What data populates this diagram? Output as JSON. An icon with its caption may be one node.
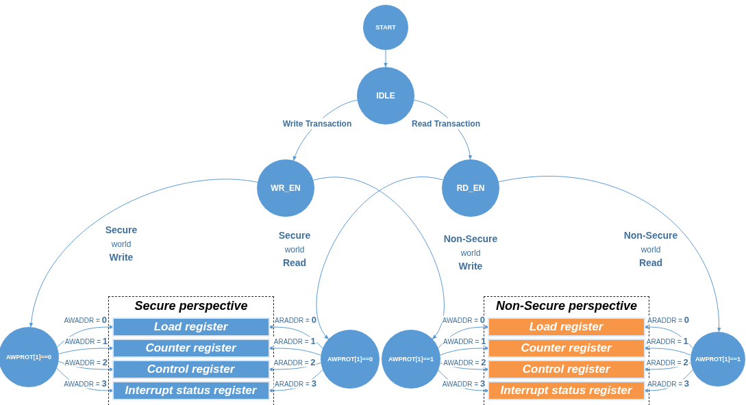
{
  "diagram": {
    "nodes": [
      {
        "text": [
          "START"
        ]
      },
      {
        "text": [
          "IDLE"
        ]
      },
      {
        "text": [
          "WR_EN"
        ]
      },
      {
        "text": [
          "RD_EN"
        ]
      },
      {
        "text": [
          "AWPROT[1]==0"
        ]
      },
      {
        "text": [
          "Secure perspective"
        ]
      },
      {
        "text": [
          "Load register"
        ],
        "in": 5
      },
      {
        "text": [
          "Counter register"
        ],
        "in": 5
      },
      {
        "text": [
          "Control register"
        ],
        "in": 5
      },
      {
        "text": [
          "Interrupt status register"
        ],
        "in": 5
      },
      {
        "text": [
          "AWPROT[1]==0"
        ]
      },
      {
        "text": [
          "AWPROT[1]==1"
        ]
      },
      {
        "text": [
          "Non-Secure perspective"
        ]
      },
      {
        "text": [
          "Load register"
        ],
        "in": 12
      },
      {
        "text": [
          "Counter register"
        ],
        "in": 12
      },
      {
        "text": [
          "Control register"
        ],
        "in": 12
      },
      {
        "text": [
          "Interrupt status register"
        ],
        "in": 12
      },
      {
        "text": [
          "AWPROT[1]==1"
        ]
      }
    ],
    "edges": [
      {
        "from": 0,
        "to": 1,
        "arrow": "to"
      },
      {
        "from": 1,
        "to": 2,
        "arrow": "to",
        "label": "Write Transaction"
      },
      {
        "from": 1,
        "to": 3,
        "arrow": "to",
        "label": "Read Transaction"
      },
      {
        "from": 2,
        "to": 4,
        "arrow": "to",
        "label": "**Secure** world **Write**"
      },
      {
        "from": 3,
        "to": 10,
        "arrow": "to",
        "label": "**Secure** world **Read**"
      },
      {
        "from": 2,
        "to": 11,
        "arrow": "to",
        "label": "**Non-Secure** world **Write**"
      },
      {
        "from": 3,
        "to": 17,
        "arrow": "to",
        "label": "**Non-Secure** world **Read**"
      },
      {
        "from": 4,
        "to": 6,
        "arrow": "to",
        "label": "AWADDR = **0**"
      },
      {
        "from": 4,
        "to": 7,
        "arrow": "to",
        "label": "AWADDR = **1**"
      },
      {
        "from": 4,
        "to": 8,
        "arrow": "to",
        "label": "AWADDR = **2**"
      },
      {
        "from": 4,
        "to": 9,
        "arrow": "to",
        "label": "AWADDR = **3**"
      },
      {
        "from": 10,
        "to": 6,
        "arrow": "to",
        "label": "ARADDR = **0**"
      },
      {
        "from": 10,
        "to": 7,
        "arrow": "to",
        "label": "ARADDR = **1**"
      },
      {
        "from": 10,
        "to": 8,
        "arrow": "to",
        "label": "ARADDR = **2**"
      },
      {
        "from": 10,
        "to": 9,
        "arrow": "to",
        "label": "ARADDR = **3**"
      },
      {
        "from": 11,
        "to": 13,
        "arrow": "to",
        "label": "AWADDR = **0**"
      },
      {
        "from": 11,
        "to": 14,
        "arrow": "to",
        "label": "AWADDR = **1**"
      },
      {
        "from": 11,
        "to": 15,
        "arrow": "to",
        "label": "AWADDR = **2**"
      },
      {
        "from": 11,
        "to": 16,
        "arrow": "to",
        "label": "AWADDR = **3**"
      },
      {
        "from": 17,
        "to": 13,
        "arrow": "to",
        "label": "ARADDR = **0**"
      },
      {
        "from": 17,
        "to": 14,
        "arrow": "to",
        "label": "ARADDR = **1**"
      },
      {
        "from": 17,
        "to": 15,
        "arrow": "to",
        "label": "ARADDR = **2**"
      },
      {
        "from": 17,
        "to": 16,
        "arrow": "to",
        "label": "ARADDR = **3**"
      }
    ]
  }
}
